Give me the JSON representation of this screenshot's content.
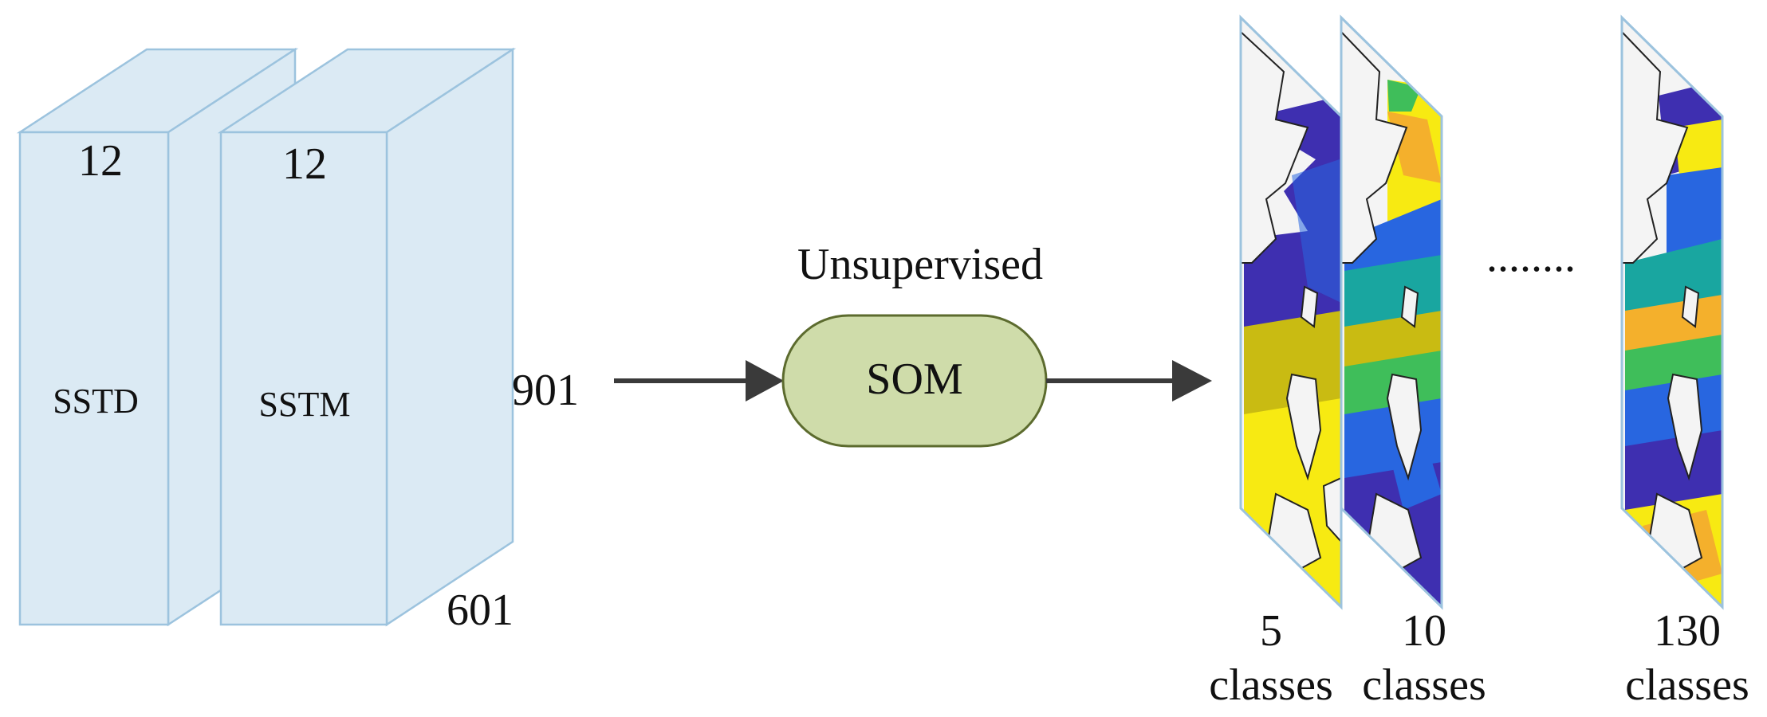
{
  "input_blocks": [
    {
      "name": "SSTD",
      "depth_label": "12"
    },
    {
      "name": "SSTM",
      "depth_label": "12"
    }
  ],
  "dimensions": {
    "height": "901",
    "width": "601"
  },
  "process": {
    "method_label": "Unsupervised",
    "node_label": "SOM"
  },
  "outputs": [
    {
      "count": "5",
      "unit": "classes"
    },
    {
      "count": "10",
      "unit": "classes"
    },
    {
      "count": "130",
      "unit": "classes"
    }
  ],
  "ellipsis": "........",
  "colors": {
    "block_fill": "#dbeaf4",
    "block_stroke": "#9cc3de",
    "som_fill": "#cfdcaa",
    "som_stroke": "#5c6b2e",
    "arrow": "#3a3a3a",
    "map_land": "#f4f4f4",
    "map_purple": "#3e2fb0",
    "map_blue": "#2866e0",
    "map_teal": "#19a6a0",
    "map_green": "#3fbe5a",
    "map_olive": "#c9bb12",
    "map_yellow": "#f7ea12",
    "map_orange": "#f4b02c"
  }
}
